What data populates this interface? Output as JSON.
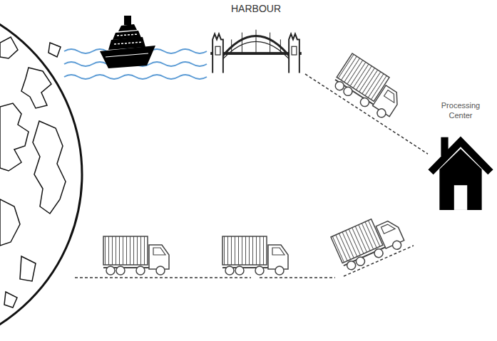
{
  "diagram": {
    "nodes": [
      {
        "text": [
          "HARBOUR"
        ]
      },
      {
        "text": [
          "Processing Center"
        ]
      }
    ],
    "edges": [
      {
        "from": 0,
        "to": 1,
        "arrow": "none"
      }
    ]
  }
}
